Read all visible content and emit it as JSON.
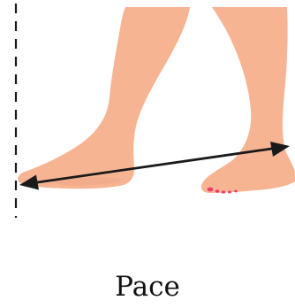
{
  "caption": "Pace",
  "colors": {
    "skin": "#f7b493",
    "skin_shadow": "#e79d7d",
    "nail": "#e8416b",
    "arrow": "#1a1a1a",
    "dashed_line": "#1a1a1a",
    "background": "#ffffff"
  },
  "icons": {
    "rear_foot": "rear-foot-illustration",
    "front_foot": "front-foot-illustration",
    "measure_arrow": "double-headed-arrow",
    "reference_line": "dashed-vertical-line"
  }
}
